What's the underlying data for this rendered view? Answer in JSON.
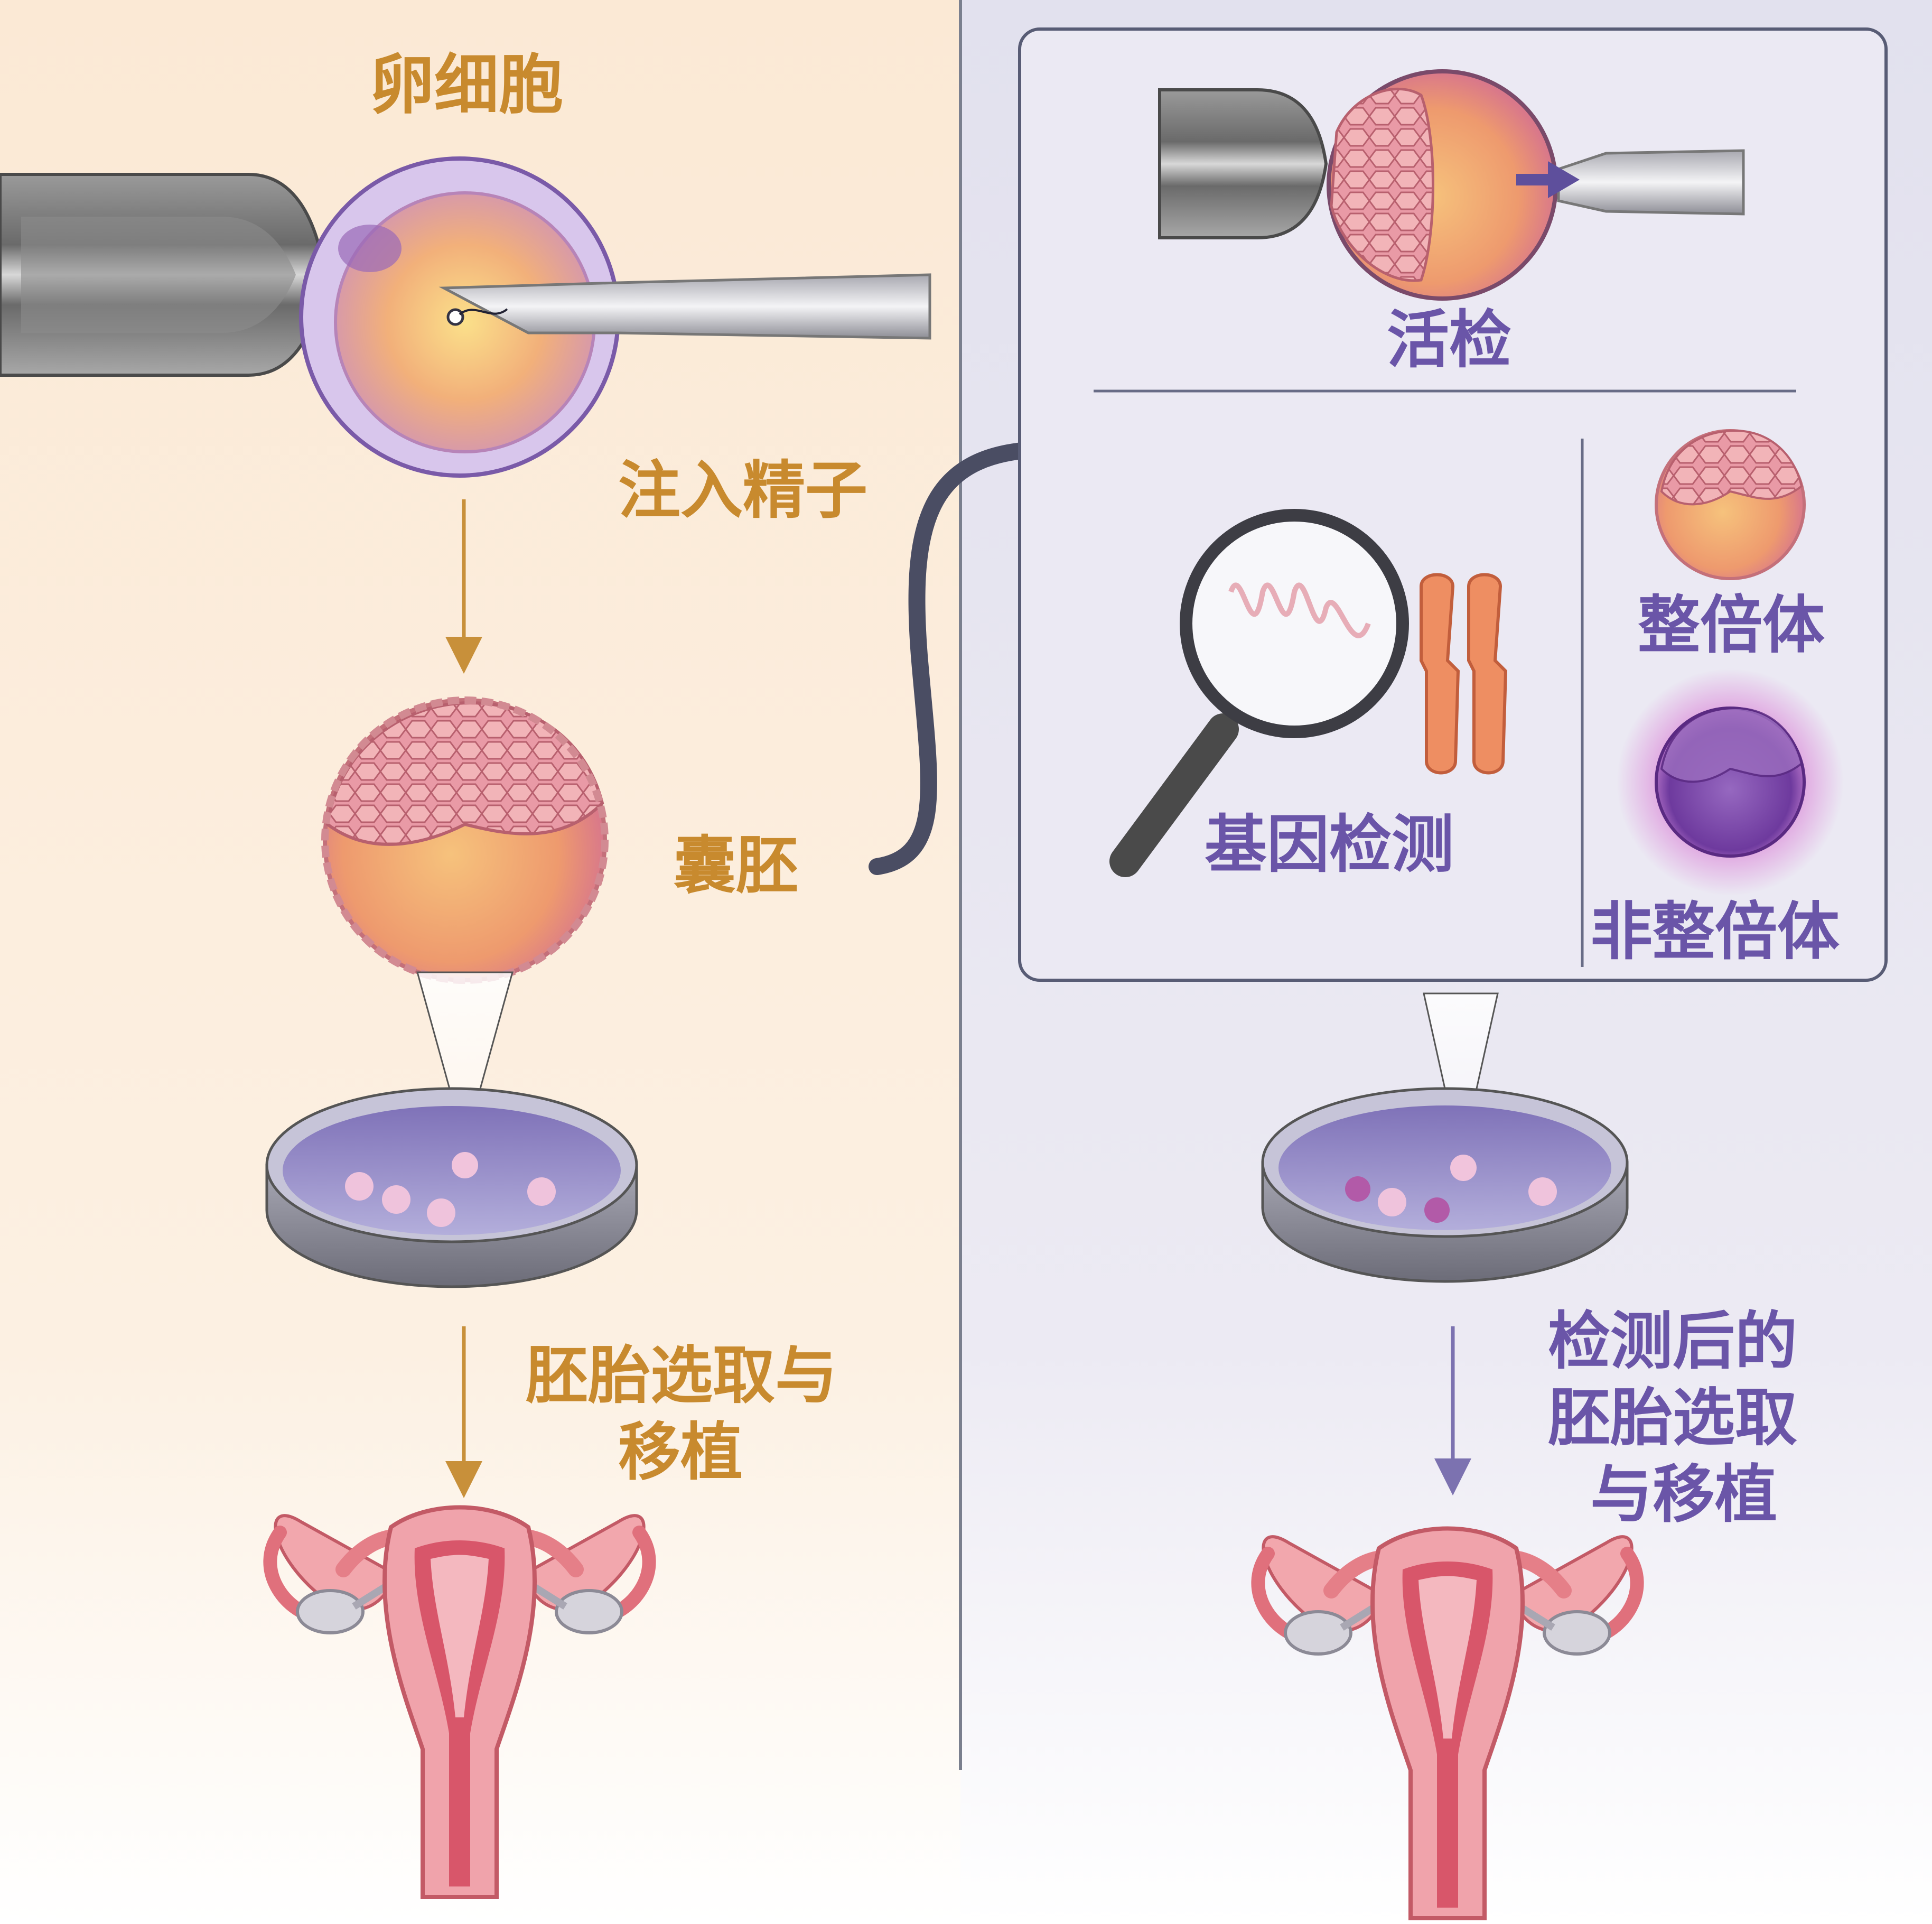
{
  "left": {
    "oocyte": "卵细胞",
    "inject": "注入精子",
    "blastocyst": "囊胚",
    "select_line1": "胚胎选取与",
    "select_line2": "移植"
  },
  "right": {
    "biopsy": "活检",
    "genetic_test": "基因检测",
    "euploid": "整倍体",
    "aneuploid": "非整倍体",
    "select_line1": "检测后的",
    "select_line2": "胚胎选取",
    "select_line3": "与移植"
  },
  "colors": {
    "left_bg": "#fbeedd",
    "right_bg": "#e4e3ef",
    "orange_text": "#c88a2e",
    "purple_text": "#6a55a8",
    "uterus": "#e8838c"
  }
}
